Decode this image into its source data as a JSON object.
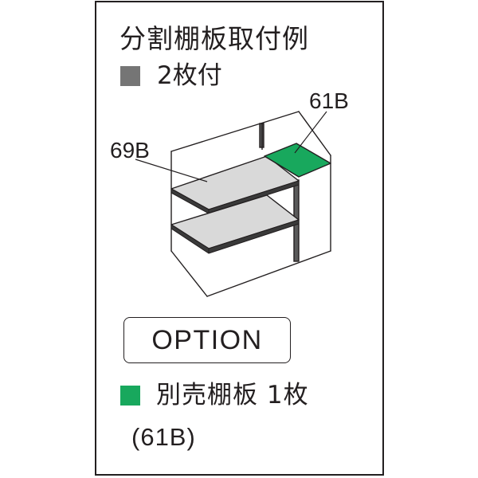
{
  "title": "分割棚板取付例",
  "legend": [
    {
      "label": "2枚付",
      "color": "#757575"
    },
    {
      "label": "別売棚板 1枚",
      "color": "#18a85d"
    }
  ],
  "callouts": {
    "left_shelf": "69B",
    "right_shelf": "61B"
  },
  "option_label": "OPTION",
  "option_model": "(61B)",
  "colors": {
    "shelf_gray": "#d9d9d9",
    "shelf_edge": "#3a3a3a",
    "accent_green": "#18a85d",
    "line": "#231f20"
  }
}
